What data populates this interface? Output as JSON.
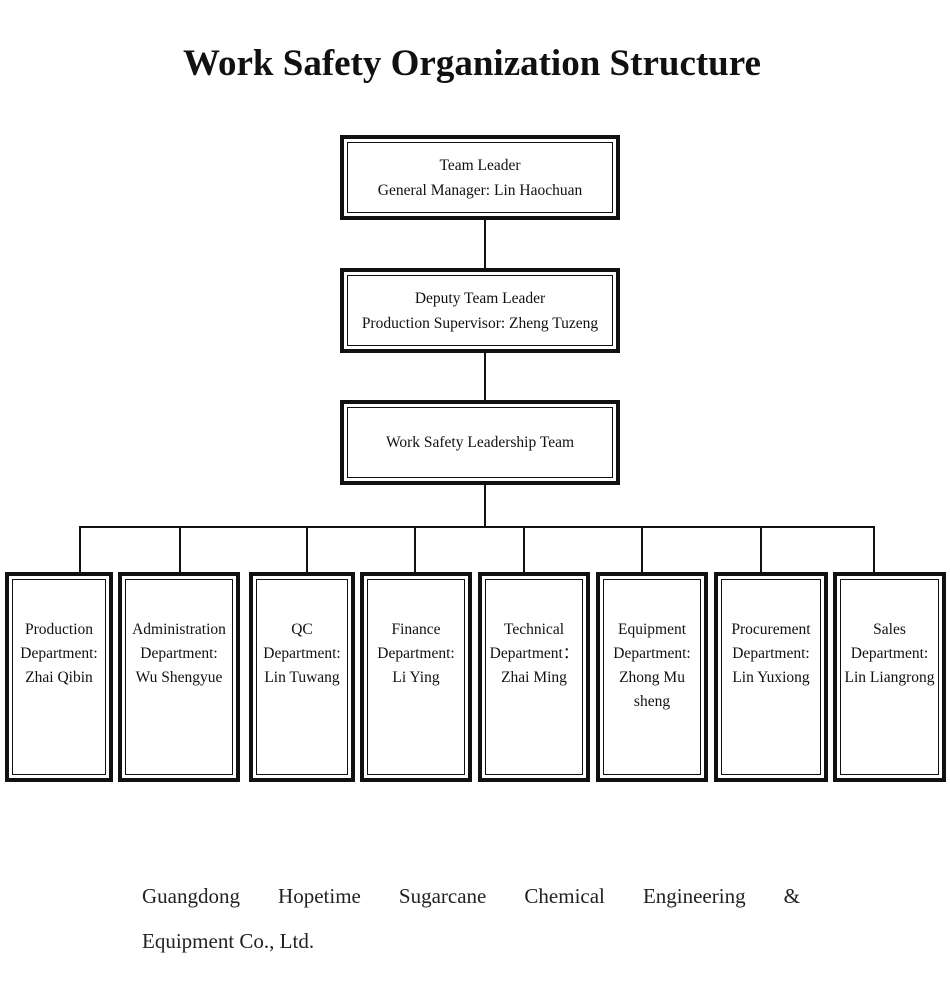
{
  "title": "Work Safety Organization Structure",
  "levels": [
    {
      "role": "Team Leader",
      "person": "General Manager: Lin Haochuan"
    },
    {
      "role": "Deputy Team Leader",
      "person": "Production Supervisor: Zheng Tuzeng"
    },
    {
      "role": "Work Safety Leadership Team"
    }
  ],
  "departments": [
    {
      "lines": [
        "Production",
        "Department:",
        "Zhai Qibin"
      ]
    },
    {
      "lines": [
        "Administration",
        "Department:",
        "Wu Shengyue"
      ]
    },
    {
      "lines": [
        "QC",
        "Department:",
        "Lin Tuwang"
      ]
    },
    {
      "lines": [
        "Finance",
        "Department:",
        "Li Ying"
      ]
    },
    {
      "lines": [
        "Technical",
        "Department：",
        "Zhai Ming"
      ]
    },
    {
      "lines": [
        "Equipment",
        "Department:",
        "Zhong Mu",
        "sheng"
      ]
    },
    {
      "lines": [
        "Procurement",
        "Department:",
        "Lin Yuxiong"
      ]
    },
    {
      "lines": [
        "Sales",
        "Department:",
        "Lin Liangrong"
      ]
    }
  ],
  "footer": {
    "line1_words": [
      "Guangdong",
      "Hopetime",
      "Sugarcane",
      "Chemical",
      "Engineering",
      "&"
    ],
    "line2": "Equipment Co., Ltd."
  }
}
